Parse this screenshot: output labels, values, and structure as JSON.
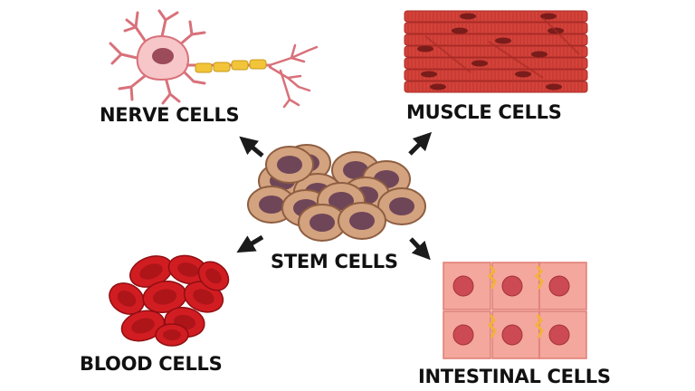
{
  "labels": {
    "nerve": "NERVE CELLS",
    "muscle": "MUSCLE CELLS",
    "stem": "STEM CELLS",
    "blood": "BLOOD CELLS",
    "intestinal": "INTESTINAL CELLS"
  },
  "colors": {
    "nerve_fill": "#f6c6c8",
    "nerve_stroke": "#d8717a",
    "nerve_nucleus": "#9c4b5b",
    "myelin": "#f2c43a",
    "muscle_fill": "#d4423a",
    "muscle_dark": "#a72a25",
    "stem_fill": "#d3a27f",
    "stem_dark": "#8e5e41",
    "stem_nucleus": "#6f4658",
    "blood_fill": "#d11d22",
    "blood_dark": "#8f0e12",
    "intestinal_fill": "#f3a79d",
    "intestinal_nucleus": "#cc4a53",
    "junction": "#f4b23b",
    "arrow": "#1b1b1b"
  }
}
